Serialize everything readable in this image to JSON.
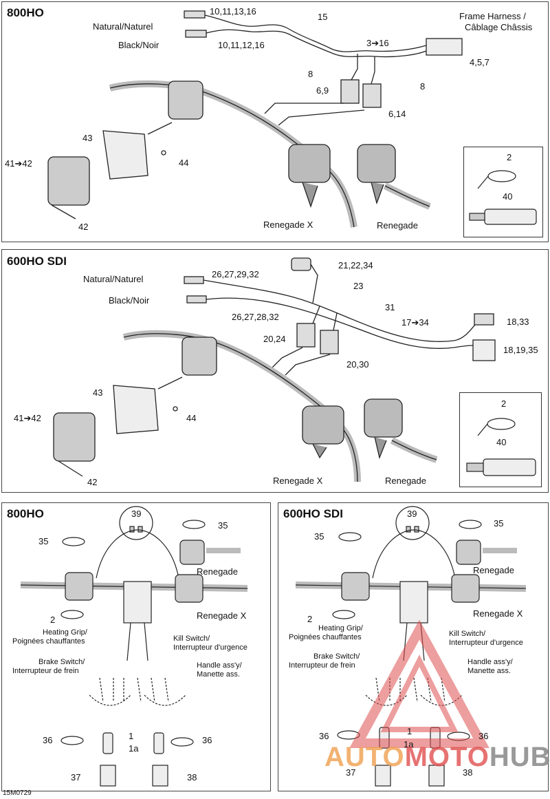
{
  "panel1": {
    "title": "800HO",
    "labels": {
      "c10_11_13_16": "10,11,13,16",
      "natural": "Natural/Naturel",
      "black": "Black/Noir",
      "c10_11_12_16": "10,11,12,16",
      "c15": "15",
      "frame_harness": "Frame Harness /",
      "cablage": "Câblage Châssis",
      "c3_16": "3➔16",
      "c4_5_7": "4,5,7",
      "c8a": "8",
      "c8b": "8",
      "c6_9": "6,9",
      "c6_14": "6,14",
      "c43": "43",
      "c44": "44",
      "c41_42": "41➔42",
      "c42": "42",
      "renegade_x": "Renegade X",
      "renegade": "Renegade",
      "c2": "2",
      "c40": "40"
    }
  },
  "panel2": {
    "title": "600HO SDI",
    "labels": {
      "natural": "Natural/Naturel",
      "c26_27_29_32": "26,27,29,32",
      "black": "Black/Noir",
      "c26_27_28_32": "26,27,28,32",
      "c21_22_34": "21,22,34",
      "c23": "23",
      "c31": "31",
      "c17_34": "17➔34",
      "c18_33": "18,33",
      "c18_19_35": "18,19,35",
      "c20_24": "20,24",
      "c20_30": "20,30",
      "c43": "43",
      "c44": "44",
      "c41_42": "41➔42",
      "c42": "42",
      "renegade_x": "Renegade X",
      "renegade": "Renegade",
      "c2": "2",
      "c40": "40"
    }
  },
  "panel3": {
    "title": "800HO",
    "labels": {
      "c39": "39",
      "c35a": "35",
      "c35b": "35",
      "renegade": "Renegade",
      "renegade_x": "Renegade X",
      "c2": "2",
      "heating1": "Heating Grip/",
      "heating2": "Poignées chauffantes",
      "kill1": "Kill Switch/",
      "kill2": "Interrupteur d'urgence",
      "brake1": "Brake Switch/",
      "brake2": "Interrupteur de frein",
      "handle1": "Handle ass'y/",
      "handle2": "Manette ass.",
      "c1": "1",
      "c1a": "1a",
      "c36a": "36",
      "c36b": "36",
      "c37": "37",
      "c38": "38"
    }
  },
  "panel4": {
    "title": "600HO SDI",
    "labels": {
      "c39": "39",
      "c35a": "35",
      "c35b": "35",
      "renegade": "Renegade",
      "renegade_x": "Renegade X",
      "c2": "2",
      "heating1": "Heating Grip/",
      "heating2": "Poignées chauffantes",
      "kill1": "Kill Switch/",
      "kill2": "Interrupteur d'urgence",
      "brake1": "Brake Switch/",
      "brake2": "Interrupteur de frein",
      "handle1": "Handle ass'y/",
      "handle2": "Manette ass.",
      "c1": "1",
      "c1a": "1a",
      "c36a": "36",
      "c36b": "36",
      "c37": "37",
      "c38": "38"
    }
  },
  "footer": {
    "code": "15M0729"
  },
  "watermark": {
    "part1": "AUTO",
    "part2": "MOTO",
    "part3": "HUB",
    "color_a": "#f0a050",
    "color_b": "#e05050",
    "color_c": "#808080"
  }
}
